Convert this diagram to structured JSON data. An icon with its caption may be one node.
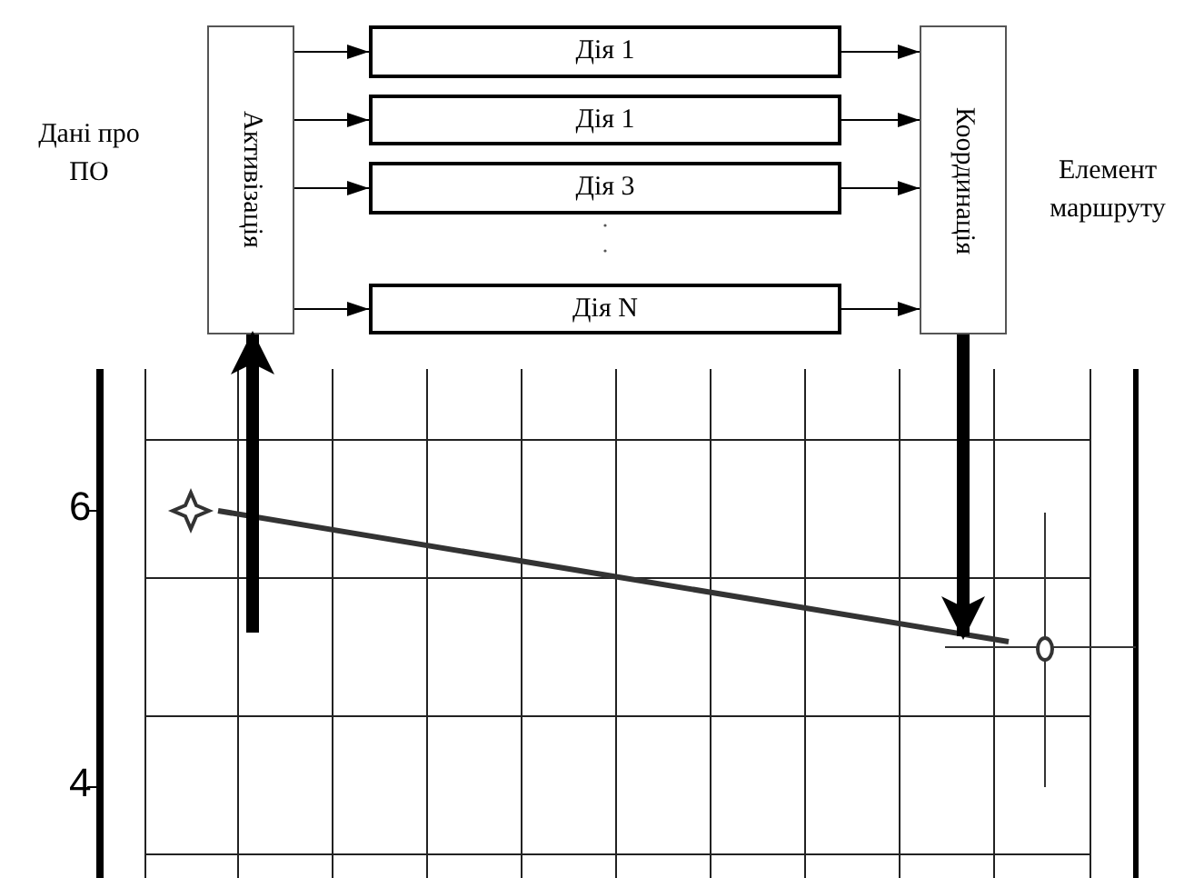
{
  "diagram": {
    "nodes": [
      {
        "text": [
          "Активізація"
        ]
      },
      {
        "text": [
          "Дія 1"
        ]
      },
      {
        "text": [
          "Дія 1"
        ]
      },
      {
        "text": [
          "Дія 3"
        ]
      },
      {
        "text": [
          "Дія N"
        ]
      },
      {
        "text": [
          "Координація"
        ]
      }
    ],
    "edges": [
      {
        "from": 0,
        "to": 1,
        "arrow": "to"
      },
      {
        "from": 0,
        "to": 2,
        "arrow": "to"
      },
      {
        "from": 0,
        "to": 3,
        "arrow": "to"
      },
      {
        "from": 0,
        "to": 4,
        "arrow": "to"
      },
      {
        "from": 1,
        "to": 5,
        "arrow": "to"
      },
      {
        "from": 2,
        "to": 5,
        "arrow": "to"
      },
      {
        "from": 3,
        "to": 5,
        "arrow": "to"
      },
      {
        "from": 4,
        "to": 5,
        "arrow": "to"
      },
      {
        "from": null,
        "to": 0,
        "arrow": "to",
        "style": "thick"
      },
      {
        "from": 5,
        "to": null,
        "arrow": "to",
        "style": "thick"
      }
    ],
    "labels": [
      "Дані про ПО",
      "Елемент маршруту",
      "6",
      "4"
    ]
  }
}
